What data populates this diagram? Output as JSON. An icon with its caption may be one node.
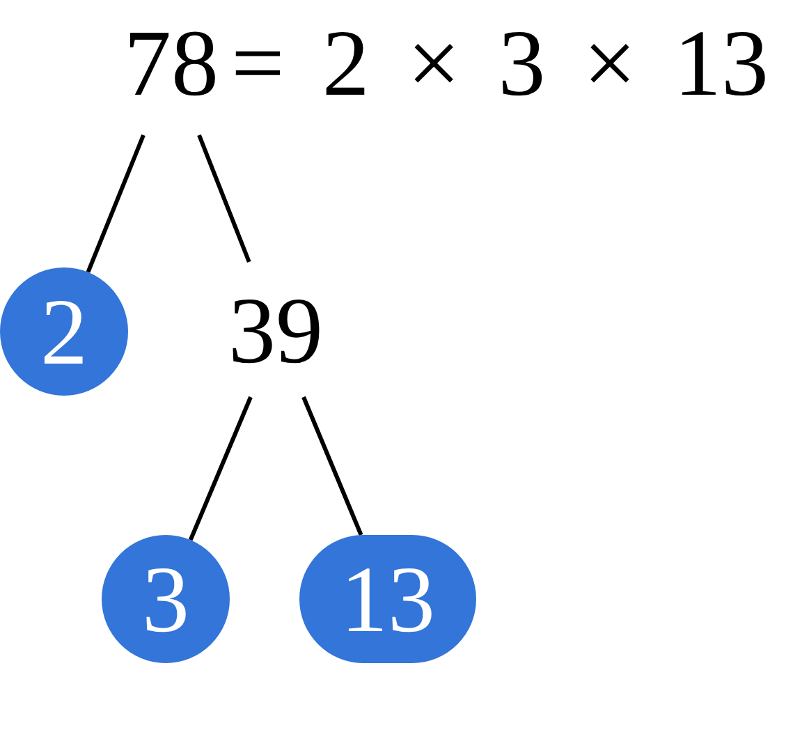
{
  "diagram": {
    "nodes": [
      {
        "text": [
          "78"
        ],
        "beside": [
          "= 2 × 3 × 13"
        ]
      },
      {
        "text": [
          "2"
        ]
      },
      {
        "text": [
          "39"
        ]
      },
      {
        "text": [
          "3"
        ]
      },
      {
        "text": [
          "13"
        ]
      }
    ],
    "edges": [
      {
        "from": 0,
        "to": 1,
        "arrow": "none"
      },
      {
        "from": 0,
        "to": 2,
        "arrow": "none"
      },
      {
        "from": 2,
        "to": 3,
        "arrow": "none"
      },
      {
        "from": 2,
        "to": 4,
        "arrow": "none"
      }
    ]
  }
}
